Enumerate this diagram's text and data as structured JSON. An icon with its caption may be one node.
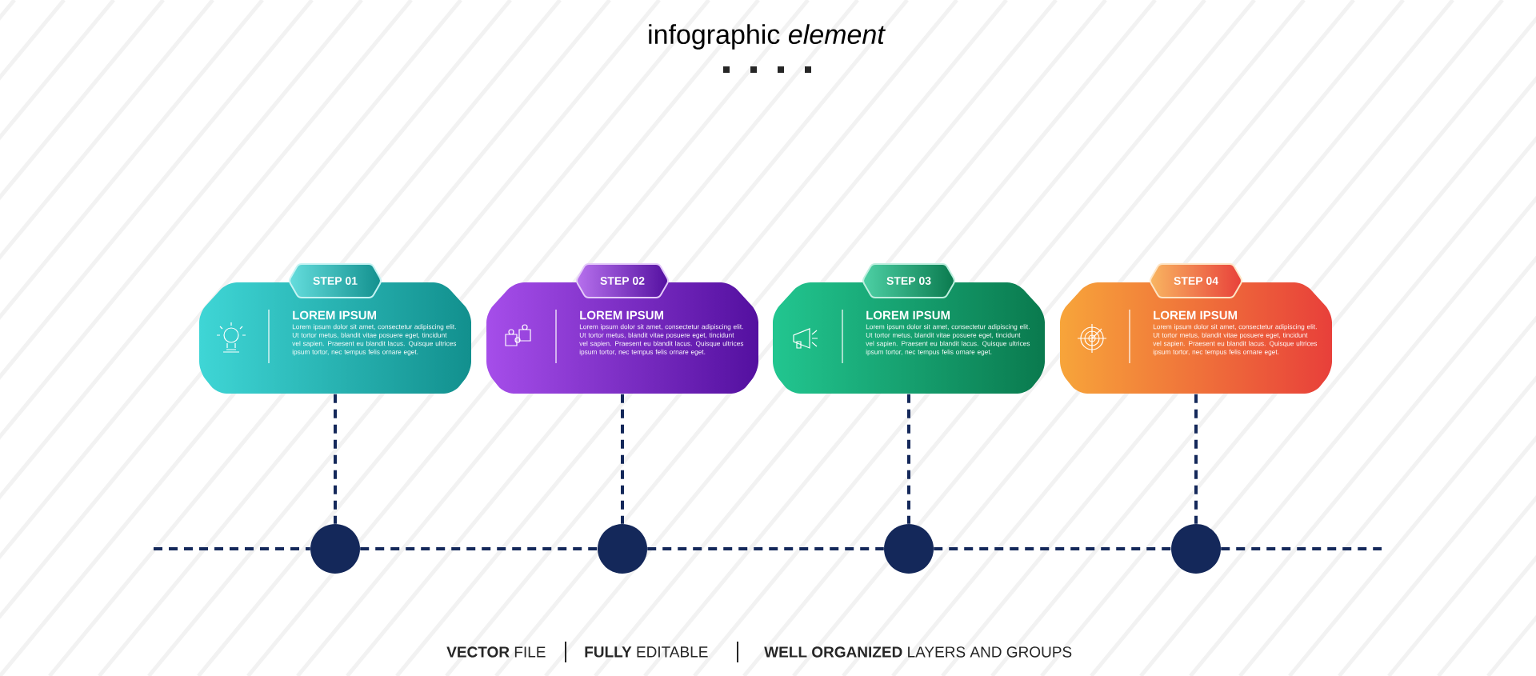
{
  "diagram": {
    "title": "infographic *element*",
    "nodes": [
      {
        "text": [
          "STEP 01",
          "LOREM IPSUM",
          "Lorem ipsum dolor sit amet, consectetur adipiscing elit. Ut tortor metus, blandit vitae posuere eget, tincidunt vel sapien. Praesent eu blandit lacus. Quisque ultrices ipsum tortor, nec tempus felis ornare eget."
        ]
      },
      {
        "text": [
          "STEP 02",
          "LOREM IPSUM",
          "Lorem ipsum dolor sit amet, consectetur adipiscing elit. Ut tortor metus, blandit vitae posuere eget, tincidunt vel sapien. Praesent eu blandit lacus. Quisque ultrices ipsum tortor, nec tempus felis ornare eget."
        ]
      },
      {
        "text": [
          "STEP 03",
          "LOREM IPSUM",
          "Lorem ipsum dolor sit amet, consectetur adipiscing elit. Ut tortor metus, blandit vitae posuere eget, tincidunt vel sapien. Praesent eu blandit lacus. Quisque ultrices ipsum tortor, nec tempus felis ornare eget."
        ]
      },
      {
        "text": [
          "STEP 04",
          "LOREM IPSUM",
          "Lorem ipsum dolor sit amet, consectetur adipiscing elit. Ut tortor metus, blandit vitae posuere eget, tincidunt vel sapien. Praesent eu blandit lacus. Quisque ultrices ipsum tortor, nec tempus felis ornare eget."
        ]
      },
      {
        "text": [],
        "shape": "circle"
      },
      {
        "text": [],
        "shape": "circle"
      },
      {
        "text": [],
        "shape": "circle"
      },
      {
        "text": [],
        "shape": "circle"
      }
    ],
    "edges": [
      {
        "from": 0,
        "to": 4,
        "arrow": "none",
        "style": "dashed"
      },
      {
        "from": 1,
        "to": 5,
        "arrow": "none",
        "style": "dashed"
      },
      {
        "from": 2,
        "to": 6,
        "arrow": "none",
        "style": "dashed"
      },
      {
        "from": 3,
        "to": 7,
        "arrow": "none",
        "style": "dashed"
      },
      {
        "from": 4,
        "to": 5,
        "arrow": "none",
        "style": "dashed"
      },
      {
        "from": 5,
        "to": 6,
        "arrow": "none",
        "style": "dashed"
      },
      {
        "from": 6,
        "to": 7,
        "arrow": "none",
        "style": "dashed"
      }
    ],
    "labels": [
      "**VECTOR** FILE",
      "**FULLY** EDITABLE",
      "**WELL ORGANIZED** LAYERS AND GROUPS"
    ]
  }
}
